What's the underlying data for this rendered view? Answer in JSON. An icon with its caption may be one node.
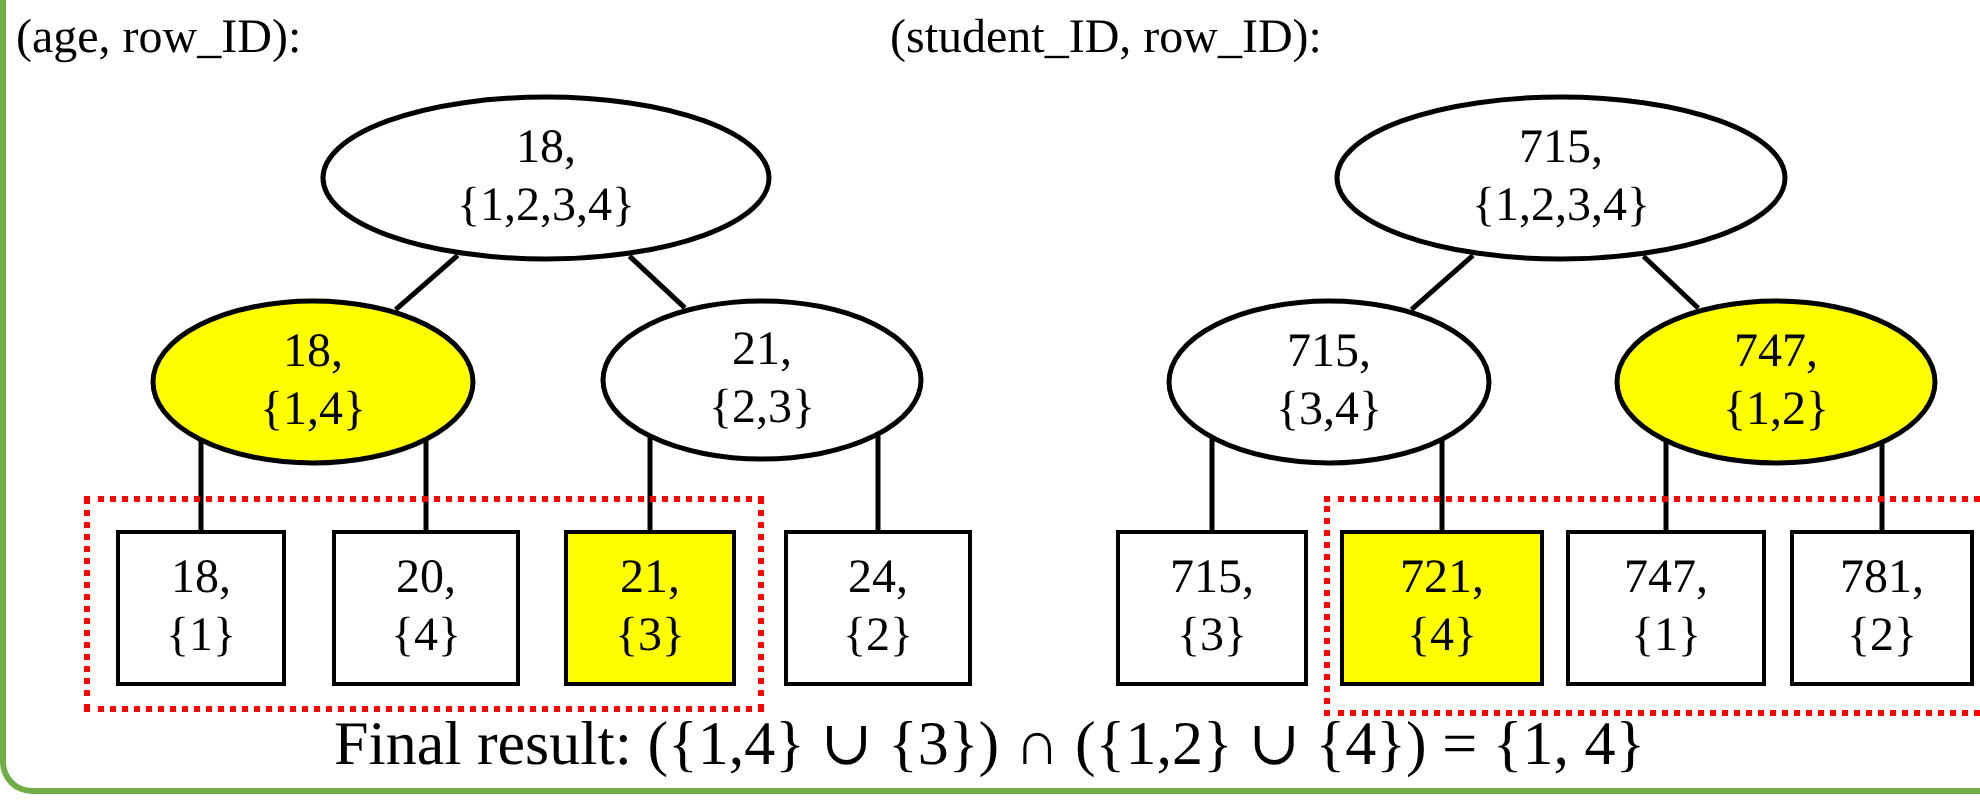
{
  "diagram": {
    "nodes": [
      {
        "text": [
          "18,",
          "{1,2,3,4}"
        ]
      },
      {
        "text": [
          "18,",
          "{1,4}"
        ]
      },
      {
        "text": [
          "21,",
          "{2,3}"
        ]
      },
      {
        "text": [],
        "shape": "box"
      },
      {
        "text": [
          "18,",
          "{1}"
        ],
        "in": 3
      },
      {
        "text": [
          "20,",
          "{4}"
        ],
        "in": 3
      },
      {
        "text": [
          "21,",
          "{3}"
        ],
        "in": 3
      },
      {
        "text": [
          "24,",
          "{2}"
        ]
      },
      {
        "text": [
          "715,",
          "{1,2,3,4}"
        ]
      },
      {
        "text": [
          "715,",
          "{3,4}"
        ]
      },
      {
        "text": [
          "747,",
          "{1,2}"
        ]
      },
      {
        "text": [
          "715,",
          "{3}"
        ]
      },
      {
        "text": [],
        "shape": "box"
      },
      {
        "text": [
          "721,",
          "{4}"
        ],
        "in": 12
      },
      {
        "text": [
          "747,",
          "{1}"
        ],
        "in": 12
      },
      {
        "text": [
          "781,",
          "{2}"
        ],
        "in": 12
      }
    ],
    "edges": [
      {
        "from": 0,
        "to": 1,
        "arrow": "none"
      },
      {
        "from": 0,
        "to": 2,
        "arrow": "none"
      },
      {
        "from": 1,
        "to": 4,
        "arrow": "none"
      },
      {
        "from": 1,
        "to": 5,
        "arrow": "none"
      },
      {
        "from": 2,
        "to": 6,
        "arrow": "none"
      },
      {
        "from": 2,
        "to": 7,
        "arrow": "none"
      },
      {
        "from": 8,
        "to": 9,
        "arrow": "none"
      },
      {
        "from": 8,
        "to": 10,
        "arrow": "none"
      },
      {
        "from": 9,
        "to": 11,
        "arrow": "none"
      },
      {
        "from": 9,
        "to": 13,
        "arrow": "none"
      },
      {
        "from": 10,
        "to": 14,
        "arrow": "none"
      },
      {
        "from": 10,
        "to": 15,
        "arrow": "none"
      }
    ],
    "labels": [
      "(age, row_ID):",
      "(student_ID, row_ID):",
      "Final result: ({1,4} ∪ {3}) ∩ ({1,2} ∪ {4}) = {1, 4}"
    ]
  }
}
